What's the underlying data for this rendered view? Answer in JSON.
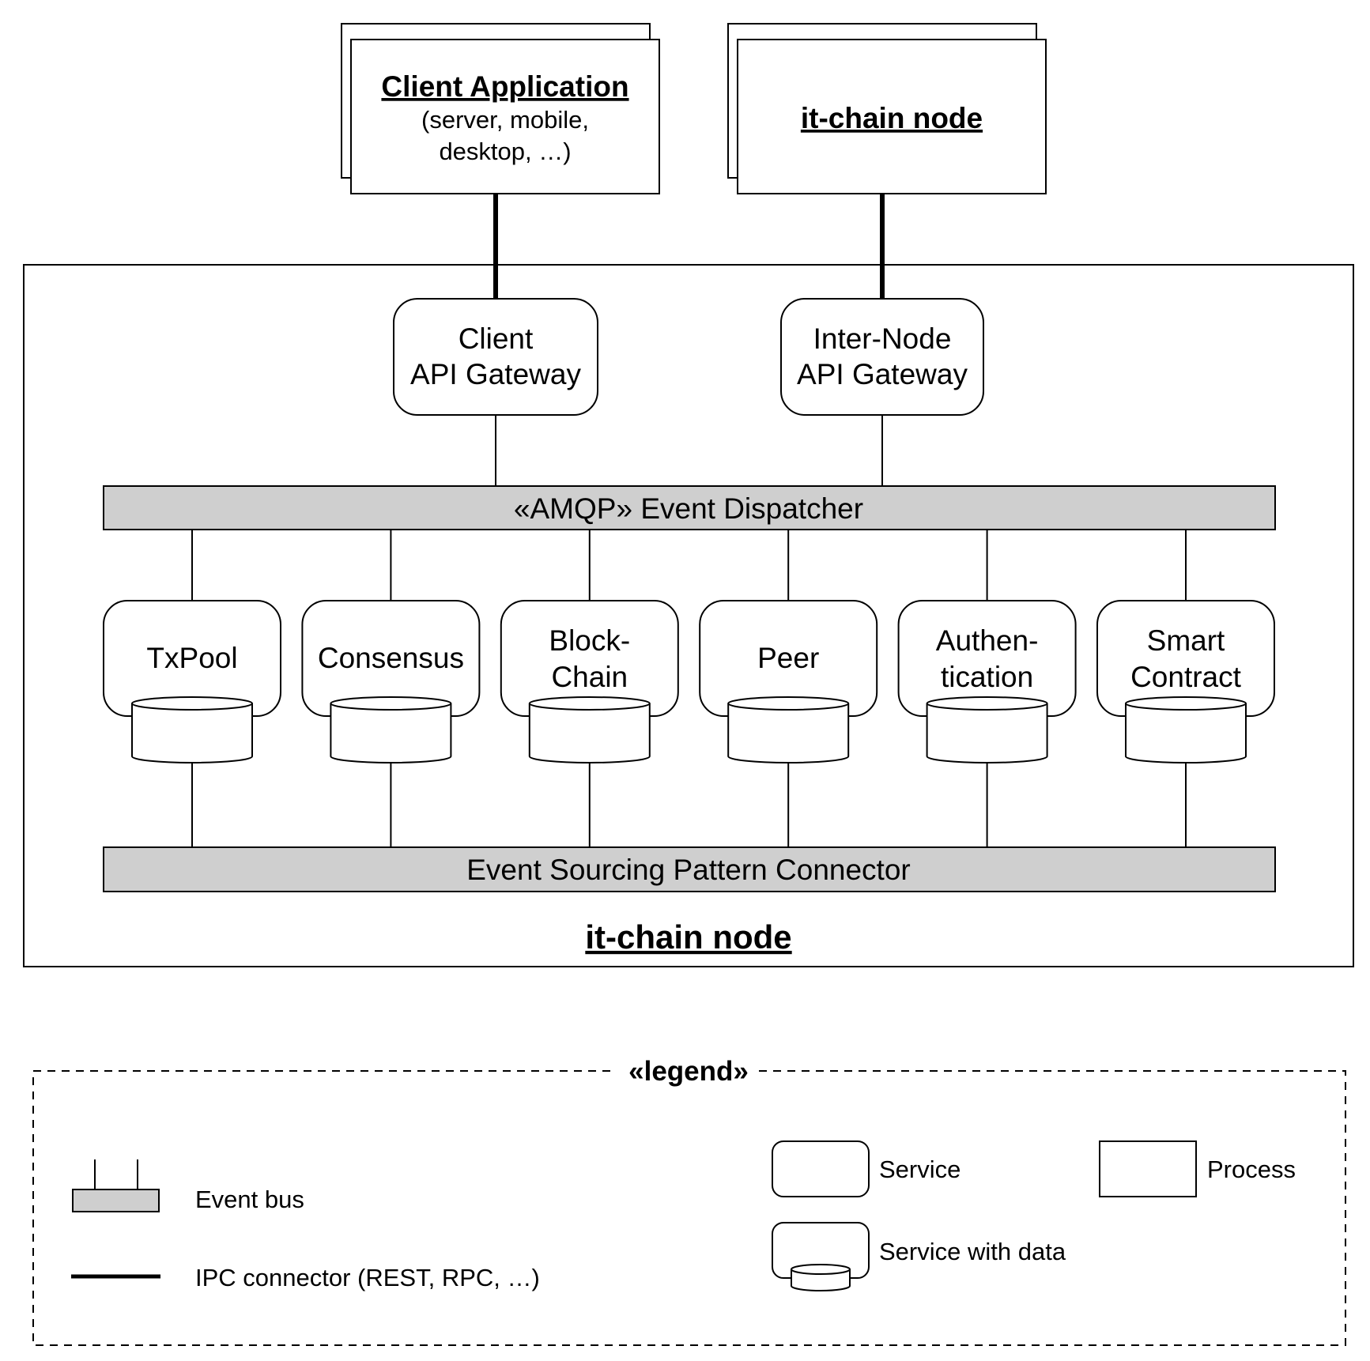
{
  "colors": {
    "stroke": "#000000",
    "bus_fill": "#cfcfcf",
    "background": "#ffffff"
  },
  "processes": [
    {
      "id": "client-app",
      "title": "Client Application",
      "lines": [
        "(server, mobile,",
        "desktop, …)"
      ]
    },
    {
      "id": "external-node",
      "title": "it-chain node",
      "lines": []
    }
  ],
  "node": {
    "title": "it-chain node",
    "gateways": [
      {
        "id": "client-gateway",
        "lines": [
          "Client",
          "API Gateway"
        ]
      },
      {
        "id": "internode-gateway",
        "lines": [
          "Inter-Node",
          "API Gateway"
        ]
      }
    ],
    "event_dispatcher": "«AMQP» Event Dispatcher",
    "event_sourcing": "Event Sourcing Pattern Connector",
    "services": [
      {
        "id": "txpool",
        "lines": [
          "TxPool"
        ]
      },
      {
        "id": "consensus",
        "lines": [
          "Consensus"
        ]
      },
      {
        "id": "blockchain",
        "lines": [
          "Block-",
          "Chain"
        ]
      },
      {
        "id": "peer",
        "lines": [
          "Peer"
        ]
      },
      {
        "id": "authentication",
        "lines": [
          "Authen-",
          "tication"
        ]
      },
      {
        "id": "smart-contract",
        "lines": [
          "Smart",
          "Contract"
        ]
      }
    ]
  },
  "legend": {
    "title": "«legend»",
    "event_bus": "Event bus",
    "ipc_connector": "IPC connector (REST, RPC, …)",
    "service": "Service",
    "process": "Process",
    "service_with_data": "Service with data"
  }
}
